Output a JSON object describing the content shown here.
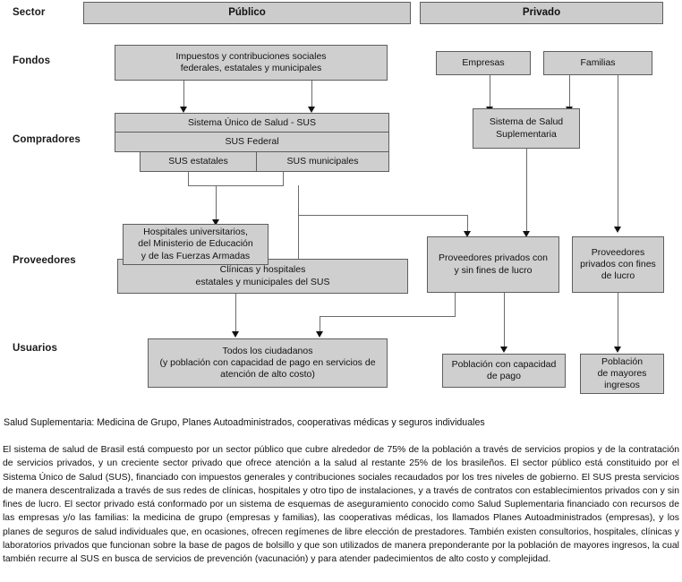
{
  "row_labels": [
    {
      "id": "sector",
      "text": "Sector"
    },
    {
      "id": "fondos",
      "text": "Fondos"
    },
    {
      "id": "compradores",
      "text": "Compradores"
    },
    {
      "id": "proveedores",
      "text": "Proveedores"
    },
    {
      "id": "usuarios",
      "text": "Usuarios"
    }
  ],
  "headers": {
    "publico": "Público",
    "privado": "Privado"
  },
  "fondos": {
    "impuestos": "Impuestos y contribuciones sociales\nfederales, estatales y municipales",
    "empresas": "Empresas",
    "familias": "Familias"
  },
  "compradores": {
    "sus_title": "Sistema Único de Salud - SUS",
    "sus_federal": "SUS Federal",
    "sus_estatales": "SUS estatales",
    "sus_municipales": "SUS municipales",
    "suplementaria": "Sistema de Salud\nSuplementaria"
  },
  "proveedores": {
    "hospitales_universitarios": "Hospitales universitarios,\ndel Ministerio de Educación\ny de las Fuerzas Armadas",
    "clinicas_hospitales": "Clínicas y hospitales\nestatales y municipales del SUS",
    "privados_con_sin": "Proveedores privados con\ny sin fines de lucro",
    "privados_con": "Proveedores\nprivados con fines\nde lucro"
  },
  "usuarios": {
    "ciudadanos": "Todos los ciudadanos\n(y población con capacidad de pago en servicios de\natención de alto costo)",
    "poblacion_pago": "Población con capacidad\nde pago",
    "poblacion_ingresos": "Población\nde mayores\ningresos"
  },
  "caption": "Salud Suplementaria: Medicina de Grupo, Planes Autoadministrados, cooperativas médicas y seguros individuales",
  "body_text": "El sistema de salud de Brasil está compuesto por un sector público que cubre alrededor de 75% de la población a través de servicios propios y de la contratación de servicios privados, y un creciente sector privado que ofrece atención a la salud al restante 25% de los brasileños. El sector público está constituido por el Sistema Único de Salud (SUS), financiado con impuestos generales y contribuciones sociales recaudados por los tres niveles de gobierno. El SUS presta servicios de manera descentralizada a través de sus redes de clínicas, hospitales y otro tipo de instalaciones, y a través de contratos con establecimientos privados con y sin fines de lucro. El sector privado está conformado por un sistema de esquemas de aseguramiento conocido como Salud Suplementaria financiado con recursos de las empresas y/o las familias: la medicina de grupo (empresas y familias), las cooperativas médicas, los llamados Planes Autoadministrados (empresas), y los planes de seguros de salud individuales que, en ocasiones, ofrecen regímenes de libre elección de prestadores. También existen consultorios, hospitales, clínicas y laboratorios privados  que funcionan sobre la base de pagos de bolsillo y que son utilizados de manera preponderante por la población de mayores ingresos, la cual también recurre al SUS en busca de servicios de prevención (vacunación) y para atender padecimientos de alto costo y complejidad.",
  "colors": {
    "box_fill": "#cfcfcf",
    "box_border": "#5e5e5e",
    "connector": "#6b6b6b",
    "arrowhead": "#111111",
    "text": "#111111"
  }
}
